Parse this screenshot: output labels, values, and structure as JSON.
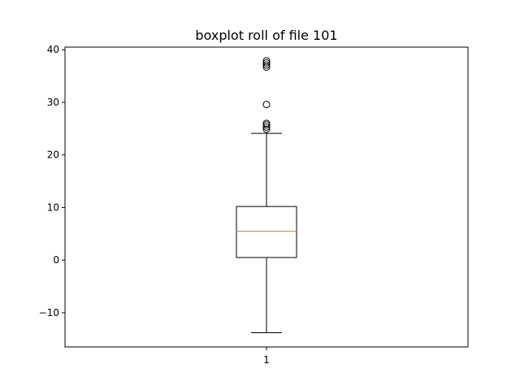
{
  "chart_data": {
    "type": "boxplot",
    "title": "boxplot roll of file 101",
    "xlabel": "",
    "ylabel": "",
    "categories": [
      "1"
    ],
    "ylim": [
      -16.5,
      40.5
    ],
    "yticks": [
      -10,
      0,
      10,
      20,
      30,
      40
    ],
    "ytick_labels": [
      "−10",
      "0",
      "10",
      "20",
      "30",
      "40"
    ],
    "grid": false,
    "boxes": [
      {
        "category": "1",
        "whisker_low": -13.8,
        "q1": 0.5,
        "median": 5.5,
        "q3": 10.2,
        "whisker_high": 24.1,
        "outliers": [
          24.9,
          25.3,
          25.7,
          26.0,
          29.6,
          36.7,
          37.1,
          37.5,
          37.9
        ]
      }
    ],
    "colors": {
      "box": "#000000",
      "median": "#ff7f0e",
      "whisker": "#000000",
      "outlier": "#000000"
    }
  }
}
